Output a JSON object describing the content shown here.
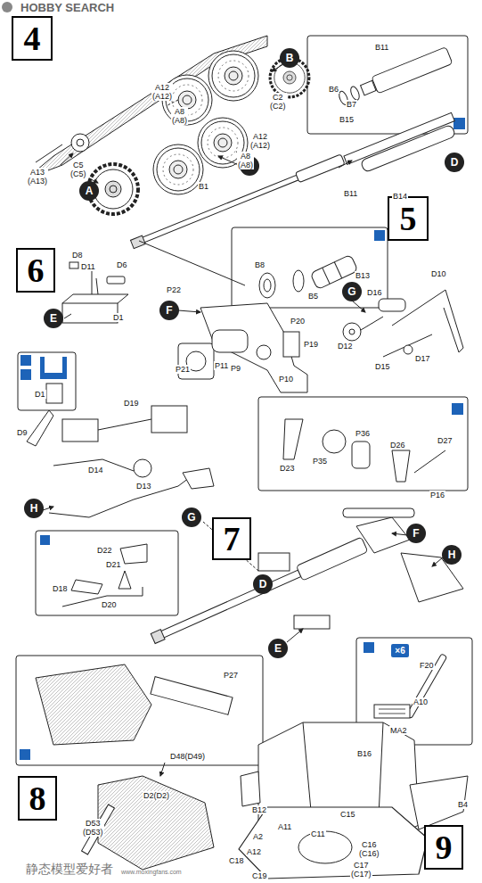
{
  "diagram": {
    "nodes": [
      {
        "text": [
          "4"
        ]
      },
      {
        "text": [
          "B"
        ]
      },
      {
        "text": [
          "C"
        ]
      },
      {
        "text": [
          "A"
        ]
      },
      {
        "text": [
          "D"
        ]
      },
      {
        "text": [
          "5"
        ]
      },
      {
        "text": [
          "6"
        ]
      },
      {
        "text": [
          "E"
        ]
      },
      {
        "text": [
          "F"
        ]
      },
      {
        "text": [
          "G"
        ]
      },
      {
        "text": [
          "H"
        ]
      },
      {
        "text": [
          "G"
        ]
      },
      {
        "text": [
          "7"
        ]
      },
      {
        "text": [
          "F"
        ]
      },
      {
        "text": [
          "H"
        ]
      },
      {
        "text": [
          "D"
        ]
      },
      {
        "text": [
          "×6"
        ]
      },
      {
        "text": [
          "E"
        ]
      },
      {
        "text": [
          "8"
        ]
      },
      {
        "text": [
          "9"
        ]
      }
    ],
    "labels": [
      "HOBBY SEARCH",
      "A12 (A12)",
      "A8 (A8)",
      "C2 (C2)",
      "A12 (A12)",
      "A8 (A8)",
      "A13 (A13)",
      "C5 (C5)",
      "B11",
      "B6",
      "B7",
      "B15",
      "B11",
      "B14",
      "B1",
      "B8",
      "B5",
      "B13",
      "D8",
      "D11",
      "D6",
      "D1",
      "D1",
      "P22",
      "P20",
      "P21",
      "P11",
      "P9",
      "P19",
      "P10",
      "D16",
      "D10",
      "D12",
      "D15",
      "D17",
      "D19",
      "D9",
      "D14",
      "D13",
      "D23",
      "P36",
      "P35",
      "D26",
      "D27",
      "D22",
      "D21",
      "D18",
      "D20",
      "P16",
      "F20",
      "A10",
      "MA2",
      "P27",
      "D48(D49)",
      "D2(D2)",
      "D53 (D53)",
      "B16",
      "B12",
      "B4",
      "A2",
      "A11",
      "A12",
      "C15",
      "C11",
      "C16 (C16)",
      "C17 (C17)",
      "C18",
      "C19",
      "静态模型爱好者",
      "www.moxingfans.com"
    ]
  }
}
